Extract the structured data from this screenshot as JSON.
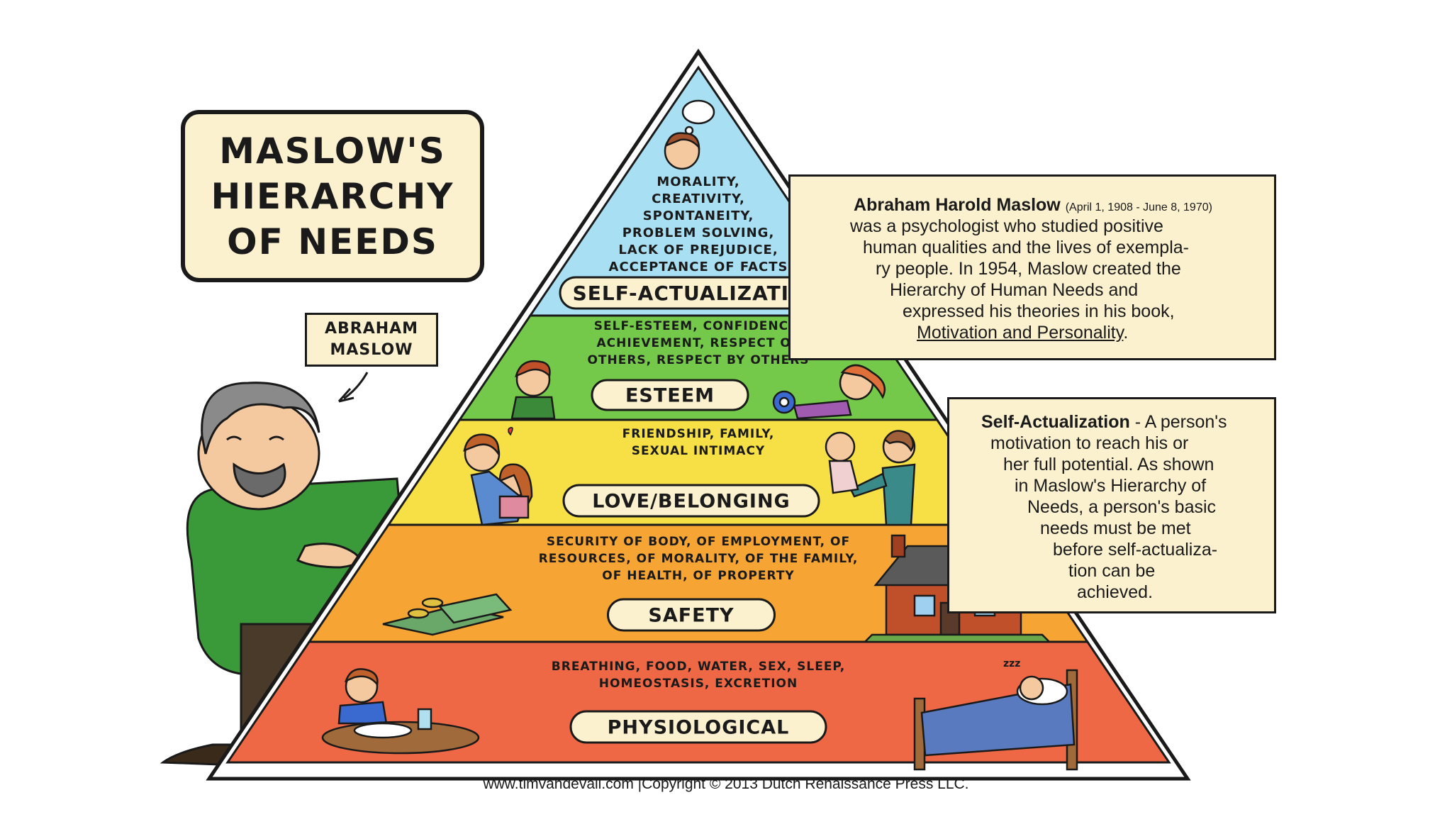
{
  "title_lines": [
    "MASLOW'S",
    "HIERARCHY",
    "OF NEEDS"
  ],
  "person_label_lines": [
    "ABRAHAM",
    "MASLOW"
  ],
  "levels": [
    {
      "label": "SELF-ACTUALIZATION",
      "color": "#a8dff2",
      "lines": [
        "MORALITY,",
        "CREATIVITY,",
        "SPONTANEITY,",
        "PROBLEM SOLVING,",
        "LACK OF PREJUDICE,",
        "ACCEPTANCE OF FACTS"
      ]
    },
    {
      "label": "ESTEEM",
      "color": "#74c94a",
      "lines": [
        "SELF-ESTEEM, CONFIDENCE,",
        "ACHIEVEMENT, RESPECT OF",
        "OTHERS, RESPECT BY OTHERS"
      ]
    },
    {
      "label": "LOVE/BELONGING",
      "color": "#f6e046",
      "lines": [
        "FRIENDSHIP, FAMILY,",
        "SEXUAL INTIMACY"
      ]
    },
    {
      "label": "SAFETY",
      "color": "#f6a534",
      "lines": [
        "SECURITY OF BODY, OF EMPLOYMENT, OF",
        "RESOURCES, OF MORALITY, OF THE FAMILY,",
        "OF HEALTH, OF PROPERTY"
      ]
    },
    {
      "label": "PHYSIOLOGICAL",
      "color": "#ef6845",
      "lines": [
        "BREATHING, FOOD, WATER, SEX, SLEEP,",
        "HOMEOSTASIS, EXCRETION"
      ]
    }
  ],
  "bio": {
    "name": "Abraham Harold Maslow",
    "dates": "(April 1, 1908 - June 8, 1970)",
    "lines": [
      "was a psychologist who studied positive",
      "human qualities and the lives of exempla-",
      "ry people. In 1954, Maslow created the",
      "Hierarchy of Human Needs and",
      "expressed his theories in his book,"
    ],
    "book": "Motivation and Personality",
    "book_end": "."
  },
  "definition": {
    "term": "Self-Actualization",
    "first_line_rest": " - A person's",
    "lines": [
      "motivation to reach his or",
      "her full potential. As shown",
      "in Maslow's Hierarchy of",
      "Needs, a person's basic",
      "needs must be met",
      "before self-actualiza-",
      "tion can be",
      "achieved."
    ]
  },
  "footer": "www.timvandevall.com |Copyright © 2013 Dutch Renaissance Press LLC.",
  "colors": {
    "ink": "#1a1a1a",
    "paper": "#fbf1cf",
    "pill": "#fbf1cf"
  },
  "icons": [
    "maslow-cartoon",
    "thinking-child-icon",
    "award-ribbon-icon",
    "family-hug-icon",
    "heart-icon",
    "money-stack-icon",
    "house-icon",
    "eating-child-icon",
    "sleeping-child-icon"
  ]
}
